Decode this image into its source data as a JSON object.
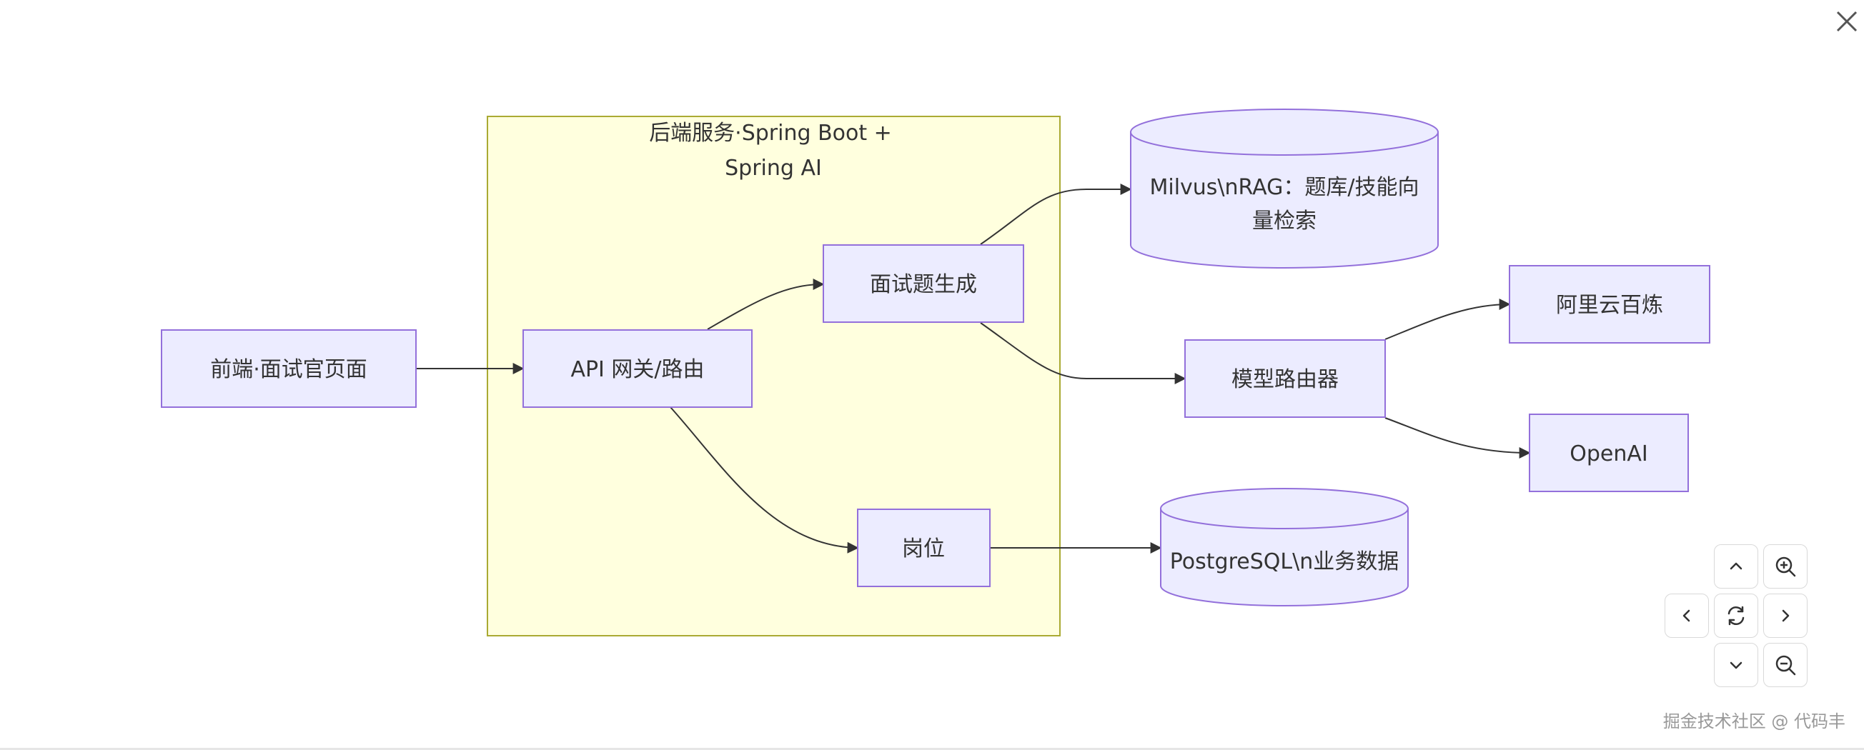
{
  "diagram": {
    "cluster": {
      "title_line1": "后端服务·Spring Boot +",
      "title_line2": "Spring AI"
    },
    "nodes": {
      "frontend": "前端·面试官页面",
      "gateway": "API 网关/路由",
      "question_gen": "面试题生成",
      "position": "岗位",
      "milvus_line1": "Milvus\\nRAG：题库/技能向",
      "milvus_line2": "量检索",
      "model_router": "模型路由器",
      "aliyun": "阿里云百炼",
      "openai": "OpenAI",
      "postgres": "PostgreSQL\\n业务数据"
    },
    "colors": {
      "node_fill": "#ececff",
      "node_stroke": "#9370db",
      "cluster_fill": "#ffffde",
      "cluster_stroke": "#aaaa33",
      "edge": "#333333"
    }
  },
  "controls": {
    "up": "chevron-up-icon",
    "zoom_in": "zoom-in-icon",
    "left": "chevron-left-icon",
    "reset": "refresh-icon",
    "right": "chevron-right-icon",
    "down": "chevron-down-icon",
    "zoom_out": "zoom-out-icon",
    "close": "close-icon"
  },
  "watermark": "掘金技术社区 @ 代码丰"
}
